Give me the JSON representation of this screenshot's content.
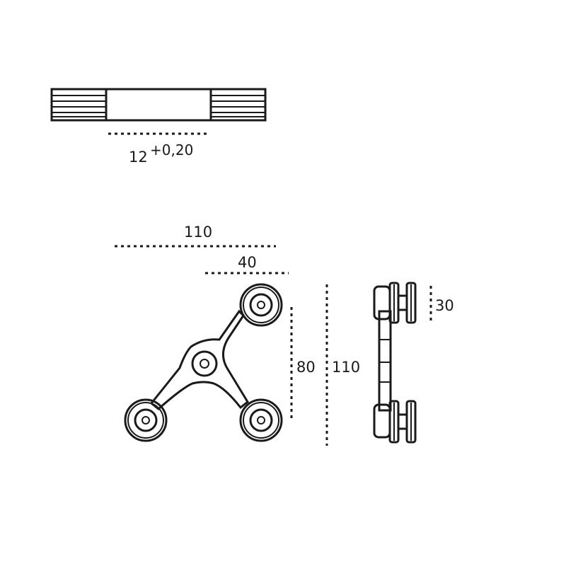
{
  "colors": {
    "ink": "#1a1a1a",
    "background": "#ffffff"
  },
  "glass_detail": {
    "dimension_main": "12",
    "dimension_tolerance": "+0,20"
  },
  "spider_front": {
    "width_overall": "110",
    "width_arm": "40",
    "height_arm": "80",
    "height_overall": "110"
  },
  "spider_side": {
    "depth": "30"
  }
}
